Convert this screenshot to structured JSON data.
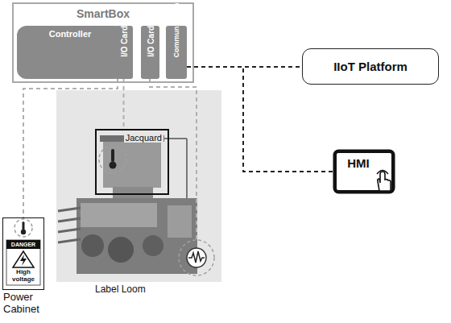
{
  "diagram": {
    "nodes": [
      {
        "text": [
          "SmartBox"
        ]
      },
      {
        "text": [
          "Controller"
        ],
        "in": 0
      },
      {
        "text": [
          "I/O Card"
        ],
        "in": 0
      },
      {
        "text": [
          "I/O Card"
        ],
        "in": 0
      },
      {
        "text": [
          "Communication"
        ],
        "in": 0
      },
      {
        "text": [
          "IIoT Platform"
        ]
      },
      {
        "text": [
          "HMI"
        ]
      },
      {
        "text": [
          "Jacquard"
        ]
      },
      {
        "text": [
          "Power Cabinet"
        ]
      }
    ],
    "edges": [
      {
        "from": 4,
        "to": 5,
        "arrow": "none"
      },
      {
        "from": 4,
        "to": 6,
        "arrow": "none"
      },
      {
        "from": 2,
        "to": 7,
        "arrow": "none"
      },
      {
        "from": 2,
        "to": 8,
        "arrow": "none"
      }
    ],
    "labels": [
      "DANGER",
      "High voltage",
      "Label Loom"
    ]
  }
}
